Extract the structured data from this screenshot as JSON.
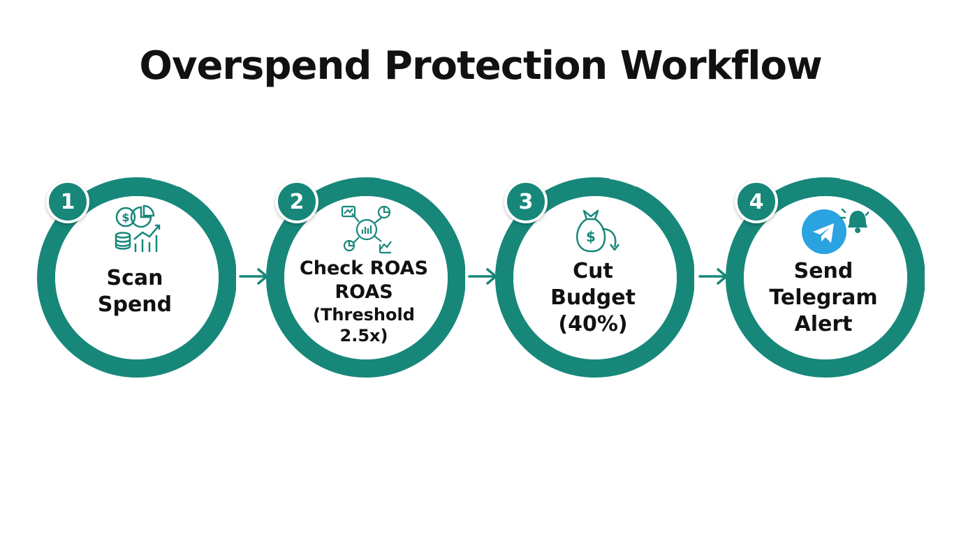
{
  "title": "Overspend Protection Workflow",
  "colors": {
    "teal": "#17877a",
    "teal_light": "#1f9a8b",
    "telegram": "#2aa3e0",
    "text": "#111111"
  },
  "steps": [
    {
      "number": "1",
      "lines": [
        "Scan",
        "Spend"
      ],
      "icon": "money-chart-icon"
    },
    {
      "number": "2",
      "lines": [
        "Check ROAS",
        "ROAS",
        "(Threshold",
        "2.5x)"
      ],
      "icon": "analytics-icon"
    },
    {
      "number": "3",
      "lines": [
        "Cut",
        "Budget",
        "(40%)"
      ],
      "icon": "money-bag-down-icon"
    },
    {
      "number": "4",
      "lines": [
        "Send",
        "Telegram",
        "Alert"
      ],
      "icon": "telegram-bell-icon"
    }
  ]
}
